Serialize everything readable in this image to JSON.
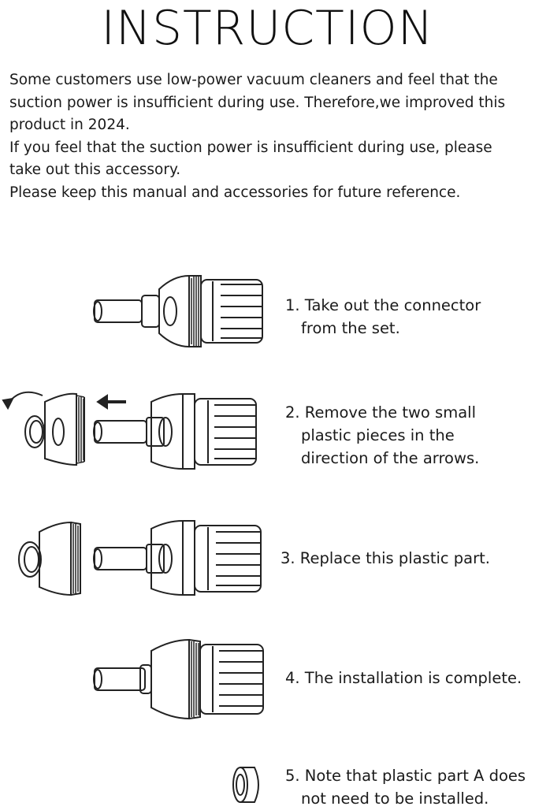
{
  "title": "INSTRUCTION",
  "intro": {
    "p1_line1": "Some customers use low-power vacuum cleaners and feel that the",
    "p1_line2": "suction power is insufficient during use. Therefore,we improved this",
    "p1_line3": "product in 2024.",
    "p2_line1": "If you feel that the suction power is insufficient during use, please",
    "p2_line2": "take out this accessory.",
    "p3_line1": "Please keep this manual and accessories for future reference."
  },
  "steps": [
    {
      "line1": "1. Take out the connector",
      "line2": "from the set."
    },
    {
      "line1": "2. Remove the two small",
      "line2": "plastic pieces in the",
      "line3": "direction of the arrows."
    },
    {
      "line1": "3. Replace this plastic part."
    },
    {
      "line1": "4. The installation is complete."
    },
    {
      "line1": "5. Note that plastic part A does",
      "line2": "not need to be installed."
    }
  ]
}
